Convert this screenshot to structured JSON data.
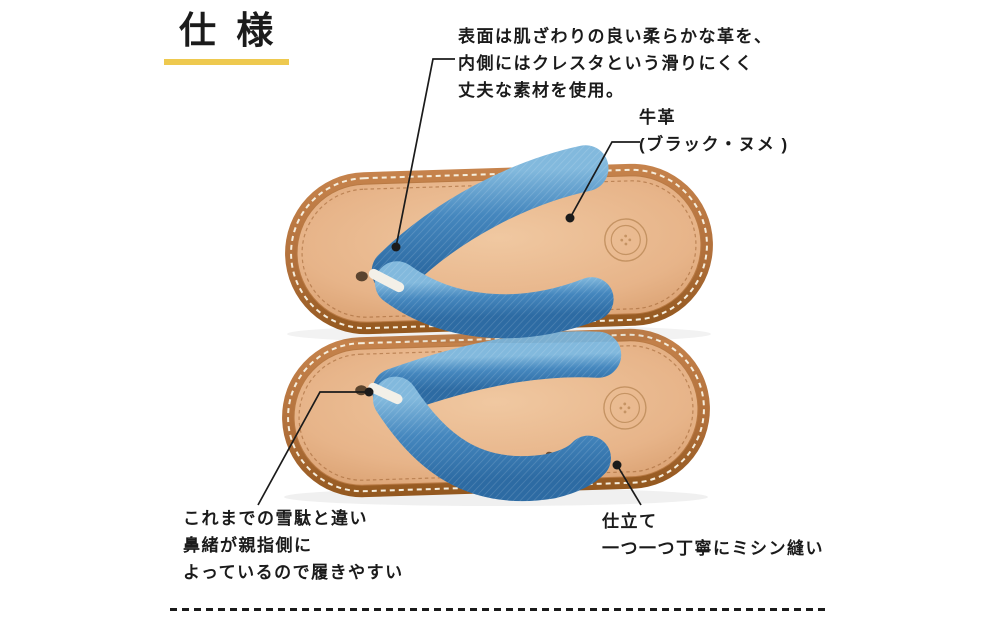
{
  "title": {
    "text": "仕 様"
  },
  "callouts": {
    "surface_material": {
      "line1": "表面は肌ざわりの良い柔らかな革を、",
      "line2": "内側にはクレスタという滑りにくく",
      "line3": "丈夫な素材を使用。"
    },
    "leather": {
      "line1": "牛革",
      "line2": "(ブラック・ヌメ )"
    },
    "strap": {
      "line1": "これまでの雪駄と違い",
      "line2": "鼻緒が親指側に",
      "line3": "よっているので履きやすい"
    },
    "tailoring": {
      "line1": "仕立て",
      "line2": "一つ一つ丁寧にミシン縫い"
    }
  },
  "illustration": {
    "subject": "雪駄（setta）2足を真上から見た写真：ヌメ革の台にデニムの鼻緒"
  },
  "colors": {
    "accent_yellow": "#eec94f",
    "ink": "#1b1b1b",
    "leather": "#e8b98e",
    "rim_brown": "#b06f3a",
    "denim_blue": "#4587be",
    "stitch_cream": "#f6eedd"
  }
}
